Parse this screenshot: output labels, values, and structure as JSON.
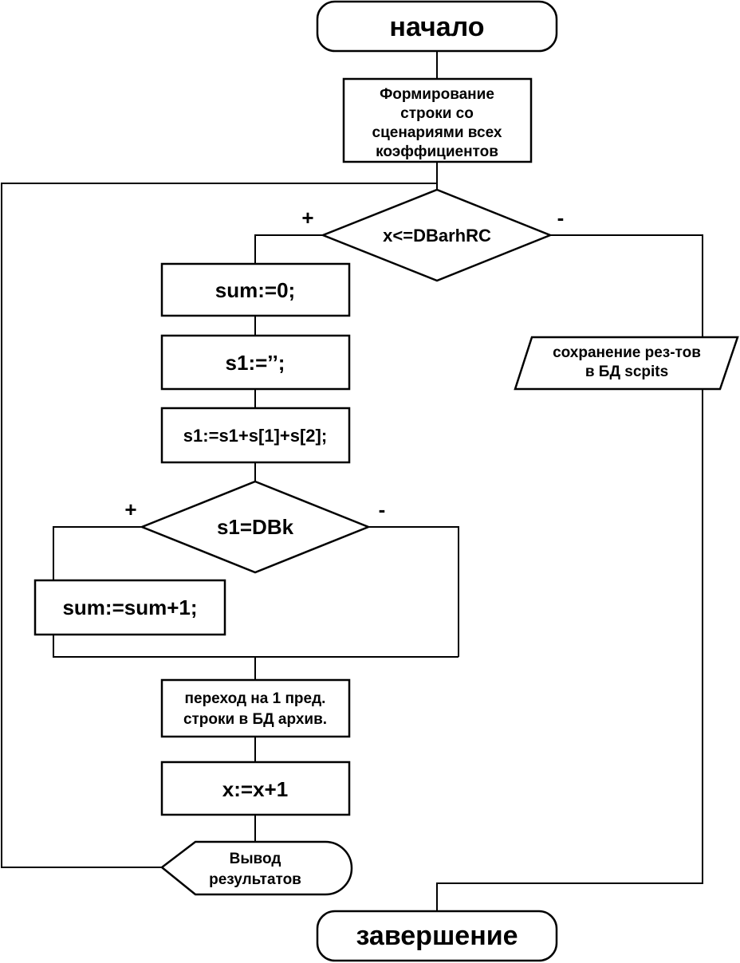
{
  "flowchart": {
    "start": "начало",
    "init": [
      "Формирование",
      "строки со",
      "сценариями всех",
      "коэффициентов"
    ],
    "loop_condition": "x<=DBarhRC",
    "loop_yes": "+",
    "loop_no": "-",
    "sum_init": "sum:=0;",
    "s1_init": "s1:=’’;",
    "s1_concat": "s1:=s1+s[1]+s[2];",
    "match_condition": "s1=DBk",
    "match_yes": "+",
    "match_no": "-",
    "sum_increment": "sum:=sum+1;",
    "move_prev": [
      "переход на 1 пред.",
      "строки в БД архив."
    ],
    "x_increment": "x:=x+1",
    "display": [
      "Вывод",
      "результатов"
    ],
    "save_results": [
      "сохранение рез-тов",
      "в БД scpits"
    ],
    "end": "завершение"
  }
}
